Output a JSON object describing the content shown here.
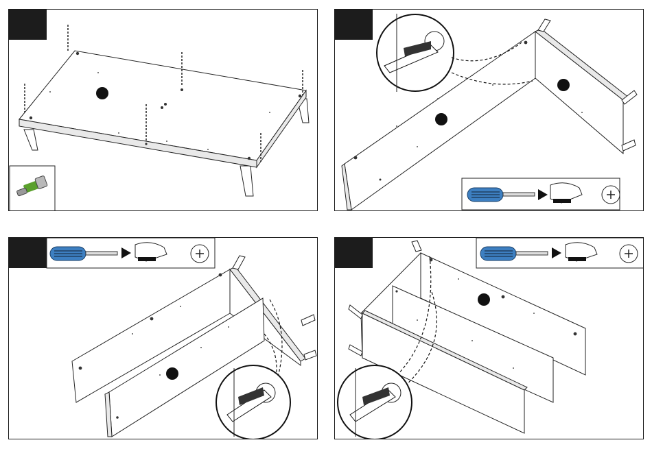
{
  "steps": [
    {
      "id": "step-1",
      "label": ""
    },
    {
      "id": "step-2",
      "label": ""
    },
    {
      "id": "step-3",
      "label": ""
    },
    {
      "id": "step-4",
      "label": ""
    }
  ],
  "icons": {
    "screwdriver": "screwdriver-icon",
    "rotate": "rotate-clockwise-icon",
    "hand": "hand-tighten-icon",
    "cam_lock": "cam-lock-fitting-icon"
  },
  "colors": {
    "step_badge": "#1c1c1c",
    "screwdriver_handle": "#3d7fc1",
    "fitting_green": "#5aa02c",
    "part_marker": "#111111"
  }
}
